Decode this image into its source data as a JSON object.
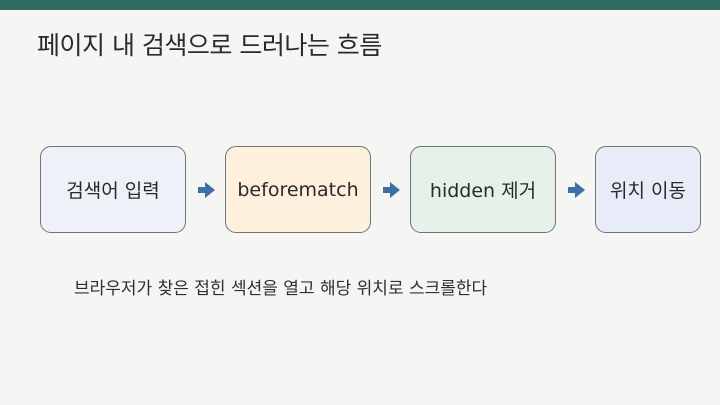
{
  "slide": {
    "title": "페이지 내 검색으로 드러나는 흐름",
    "caption": "브라우저가 찾은 접힌 섹션을 열고 해당 위치로 스크롤한다"
  },
  "flow": {
    "steps": [
      {
        "label": "검색어 입력",
        "fill": "#eef1f7"
      },
      {
        "label": "beforematch",
        "fill": "#fdf0dc"
      },
      {
        "label": "hidden 제거",
        "fill": "#e6f1ea"
      },
      {
        "label": "위치 이동",
        "fill": "#e8ecf8"
      }
    ],
    "arrow_color": "#3f6fa3",
    "border_color": "#6f7479",
    "accent_color": "#2e6b5c"
  }
}
